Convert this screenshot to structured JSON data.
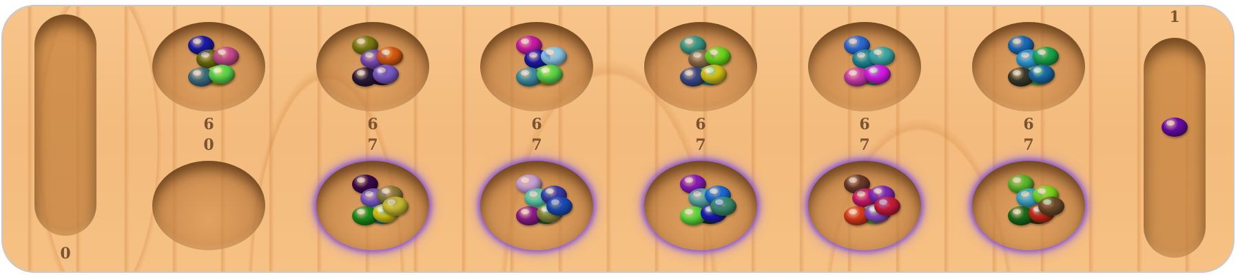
{
  "board": {
    "stores": [
      {
        "id": "left",
        "count": "0",
        "seeds": []
      },
      {
        "id": "right",
        "count": "1",
        "seeds": [
          "#6a0aa8"
        ]
      }
    ],
    "top_pits": [
      {
        "count": "6",
        "seeds": [
          "#1a1aa8",
          "#6b6b10",
          "#c84a8e",
          "#d6c315",
          "#3c6c80",
          "#5ad64a"
        ]
      },
      {
        "count": "6",
        "seeds": [
          "#7a7a12",
          "#7a4ab8",
          "#d65a10",
          "#3a0a3a",
          "#2a1a3a",
          "#7a5ac8"
        ]
      },
      {
        "count": "6",
        "seeds": [
          "#c81aa8",
          "#1a1aa8",
          "#8ac8e8",
          "#d6c315",
          "#3c8ca0",
          "#5ad64a"
        ]
      },
      {
        "count": "6",
        "seeds": [
          "#3c9a8a",
          "#8a6a4a",
          "#6ad61a",
          "#1aa8a8",
          "#3a4a8a",
          "#d6c315"
        ]
      },
      {
        "count": "6",
        "seeds": [
          "#2a6ad6",
          "#1a8a9a",
          "#3aa8a8",
          "#3a9a6a",
          "#c83aa8",
          "#d61ae8"
        ]
      },
      {
        "count": "6",
        "seeds": [
          "#1a6ab8",
          "#2a9ad6",
          "#1aa84a",
          "#5ad63a",
          "#3a3a2a",
          "#1a6aa8"
        ]
      }
    ],
    "bottom_pits": [
      {
        "count": "0",
        "active": false,
        "seeds": []
      },
      {
        "count": "7",
        "active": true,
        "seeds": [
          "#3a0a4a",
          "#7a5ac8",
          "#8a7a3a",
          "#1a9aa8",
          "#1a8a1a",
          "#d6c315",
          "#c8b830"
        ]
      },
      {
        "count": "7",
        "active": true,
        "seeds": [
          "#c8a0d8",
          "#5ac8a8",
          "#3a3aa8",
          "#1a8a4a",
          "#8a1a8a",
          "#8a8a3a",
          "#1a4ab8"
        ]
      },
      {
        "count": "7",
        "active": true,
        "seeds": [
          "#8a1ab8",
          "#5aa8a8",
          "#1a6ad6",
          "#1a4a1a",
          "#5ad63a",
          "#1a1ab8",
          "#3a8a6a"
        ]
      },
      {
        "count": "7",
        "active": true,
        "seeds": [
          "#6a3a2a",
          "#c81a6a",
          "#7a2ab8",
          "#5ad61a",
          "#d63a1a",
          "#8a4ac8",
          "#c81a3a"
        ]
      },
      {
        "count": "7",
        "active": true,
        "seeds": [
          "#5ab82a",
          "#3aa8c8",
          "#7ad61a",
          "#3a4a1a",
          "#1a6a1a",
          "#c82a1a",
          "#6a4a2a"
        ]
      }
    ]
  }
}
